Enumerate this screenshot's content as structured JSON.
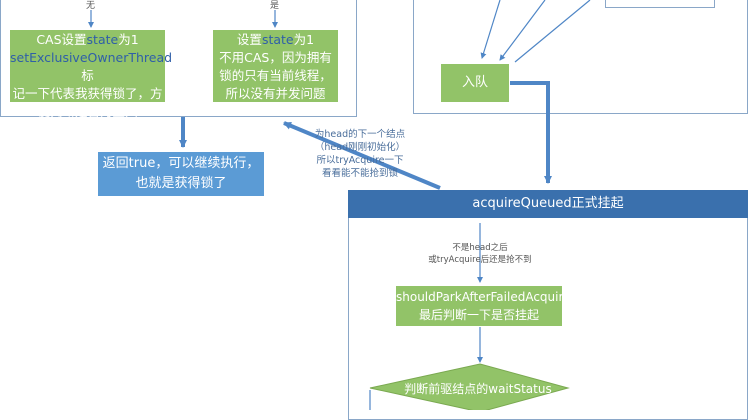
{
  "left_flow": {
    "no_label": "无",
    "yes_label": "是",
    "cas_box": {
      "p1": "CAS设置",
      "state1": "state",
      "p2": "为1",
      "line2": "setExclusiveOwnerThread",
      "p3": "标",
      "line3": "记一下代表我获得锁了，方",
      "line4": "便判断是否为重入"
    },
    "no_cas_box": {
      "p1": "设置",
      "state1": "state",
      "p2": "为1",
      "line2": "不用CAS，因为拥有",
      "line3": "锁的只有当前线程，",
      "line4": "所以没有并发问题"
    },
    "return_box": {
      "line1": "返回true，可以继续执行，",
      "line2": "也就是获得锁了"
    }
  },
  "note": {
    "line1": "为head的下一个结点",
    "line2": "（head刚刚初始化）",
    "line3": "所以tryAcquire一下",
    "line4": "看看能不能抢到锁"
  },
  "right_flow": {
    "enqueue_label": "入队",
    "header_title": "acquireQueued正式挂起",
    "cond_line1": "不是head之后",
    "cond_line2": "或tryAcquire后还是抢不到",
    "park_box": {
      "line1": "shouldParkAfterFailedAcquire",
      "line2": "最后判断一下是否挂起"
    },
    "decision_label": "判断前驱结点的waitStatus"
  },
  "colors": {
    "green": "#92c368",
    "blue": "#5b9bd5",
    "header_blue": "#3a70ad",
    "arrow": "#4f86c6",
    "frame": "#8aa7c8"
  }
}
